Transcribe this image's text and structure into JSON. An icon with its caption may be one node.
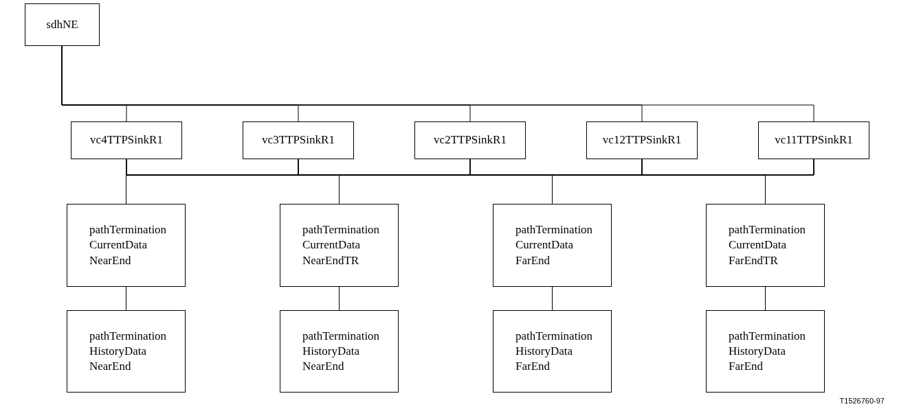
{
  "diagram": {
    "nodes": [
      {
        "text": [
          "sdhNE"
        ]
      },
      {
        "text": [
          "vc4TTPSinkR1"
        ]
      },
      {
        "text": [
          "vc3TTPSinkR1"
        ]
      },
      {
        "text": [
          "vc2TTPSinkR1"
        ]
      },
      {
        "text": [
          "vc12TTPSinkR1"
        ]
      },
      {
        "text": [
          "vc11TTPSinkR1"
        ]
      },
      {
        "text": [
          "pathTermination CurrentData NearEnd"
        ]
      },
      {
        "text": [
          "pathTermination CurrentData NearEndTR"
        ]
      },
      {
        "text": [
          "pathTermination CurrentData FarEnd"
        ]
      },
      {
        "text": [
          "pathTermination CurrentData FarEndTR"
        ]
      },
      {
        "text": [
          "pathTermination HistoryData NearEnd"
        ]
      },
      {
        "text": [
          "pathTermination HistoryData NearEnd"
        ]
      },
      {
        "text": [
          "pathTermination HistoryData FarEnd"
        ]
      },
      {
        "text": [
          "pathTermination HistoryData FarEnd"
        ]
      }
    ],
    "edges": [
      {
        "from": 0,
        "to": 1,
        "arrow": "none"
      },
      {
        "from": 0,
        "to": 2,
        "arrow": "none"
      },
      {
        "from": 0,
        "to": 3,
        "arrow": "none"
      },
      {
        "from": 0,
        "to": 4,
        "arrow": "none"
      },
      {
        "from": 0,
        "to": 5,
        "arrow": "none"
      },
      {
        "from": 1,
        "to": 6,
        "arrow": "none"
      },
      {
        "from": 1,
        "to": 7,
        "arrow": "none"
      },
      {
        "from": 1,
        "to": 8,
        "arrow": "none"
      },
      {
        "from": 1,
        "to": 9,
        "arrow": "none"
      },
      {
        "from": 2,
        "to": 6,
        "arrow": "none"
      },
      {
        "from": 2,
        "to": 7,
        "arrow": "none"
      },
      {
        "from": 2,
        "to": 8,
        "arrow": "none"
      },
      {
        "from": 2,
        "to": 9,
        "arrow": "none"
      },
      {
        "from": 3,
        "to": 6,
        "arrow": "none"
      },
      {
        "from": 3,
        "to": 7,
        "arrow": "none"
      },
      {
        "from": 3,
        "to": 8,
        "arrow": "none"
      },
      {
        "from": 3,
        "to": 9,
        "arrow": "none"
      },
      {
        "from": 4,
        "to": 6,
        "arrow": "none"
      },
      {
        "from": 4,
        "to": 7,
        "arrow": "none"
      },
      {
        "from": 4,
        "to": 8,
        "arrow": "none"
      },
      {
        "from": 4,
        "to": 9,
        "arrow": "none"
      },
      {
        "from": 5,
        "to": 6,
        "arrow": "none"
      },
      {
        "from": 5,
        "to": 7,
        "arrow": "none"
      },
      {
        "from": 5,
        "to": 8,
        "arrow": "none"
      },
      {
        "from": 5,
        "to": 9,
        "arrow": "none"
      },
      {
        "from": 6,
        "to": 10,
        "arrow": "none"
      },
      {
        "from": 7,
        "to": 11,
        "arrow": "none"
      },
      {
        "from": 8,
        "to": 12,
        "arrow": "none"
      },
      {
        "from": 9,
        "to": 13,
        "arrow": "none"
      }
    ],
    "labels": [
      "T1526760-97"
    ]
  }
}
